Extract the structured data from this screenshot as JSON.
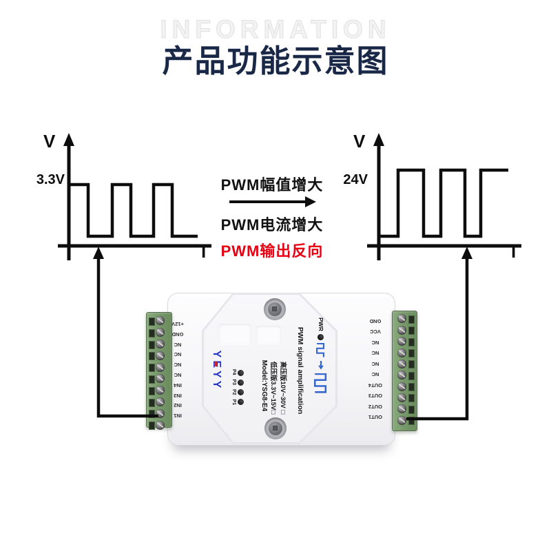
{
  "watermark": "INFORMATION",
  "title": "产品功能示意图",
  "left_waveform": {
    "type": "pwm-square-wave",
    "v_axis_label": "V",
    "t_axis_label": "T",
    "level_label": "3.3V",
    "description": "input PWM, starts high, 3 high pulses"
  },
  "right_waveform": {
    "type": "pwm-square-wave-inverted",
    "v_axis_label": "V",
    "t_axis_label": "T",
    "level_label": "24V",
    "description": "amplified inverted PWM, starts low, 3 high pulses"
  },
  "middle": {
    "line1": "PWM幅值增大",
    "line2": "PWM电流增大",
    "line3": "PWM输出反向",
    "line3_color": "#e60012",
    "arrow_icon": "right-arrow"
  },
  "module": {
    "brand": "YEYY",
    "pwr_label": "PWR",
    "product_name": "PWM signal amplification",
    "spec_line_high": "高压版10V~30V □",
    "spec_line_low": "低压版3.3V~15V□",
    "model_line": "Model:YSG8-E4",
    "led_labels": [
      "P4",
      "P3",
      "P2",
      "P1"
    ],
    "left_pins": [
      "+12V",
      "GND",
      "NC",
      "NC",
      "NC",
      "NC",
      "IN4",
      "IN3",
      "IN2",
      "IN1"
    ],
    "right_pins": [
      "GND",
      "VCC",
      "NC",
      "NC",
      "NC",
      "NC",
      "OUT4",
      "OUT3",
      "OUT2",
      "OUT1"
    ]
  },
  "colors": {
    "title_navy": "#1a2848",
    "highlight_red": "#e60012",
    "brand_blue": "#2336c4",
    "wave_icon_blue": "#3566cf",
    "terminal_green": "#7a9d6e",
    "line_black": "#0d0d0d"
  }
}
